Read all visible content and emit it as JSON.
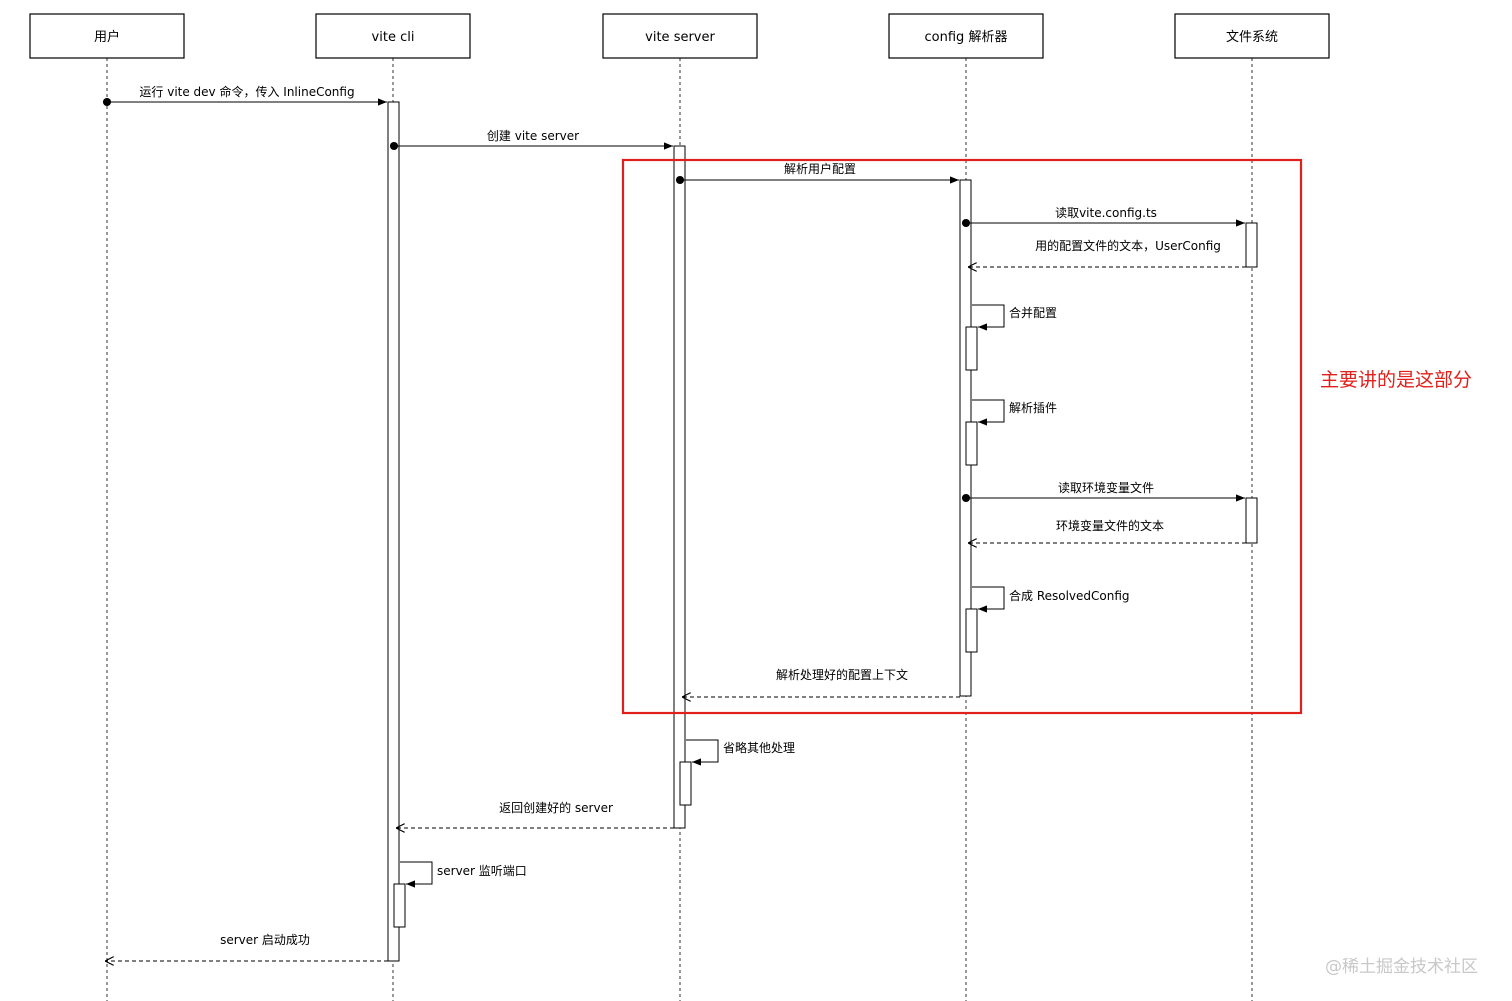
{
  "participants": [
    {
      "id": "user",
      "label": "用户"
    },
    {
      "id": "cli",
      "label": "vite cli"
    },
    {
      "id": "server",
      "label": "vite server"
    },
    {
      "id": "config",
      "label": "config 解析器"
    },
    {
      "id": "fs",
      "label": "文件系统"
    }
  ],
  "messages": [
    {
      "name": "msg-run-vite-dev",
      "from": "user",
      "to": "cli",
      "kind": "call",
      "label": "运行 vite dev 命令，传入 InlineConfig"
    },
    {
      "name": "msg-create-server",
      "from": "cli",
      "to": "server",
      "kind": "call",
      "label": "创建 vite server"
    },
    {
      "name": "msg-parse-user-config",
      "from": "server",
      "to": "config",
      "kind": "call",
      "label": "解析用户配置"
    },
    {
      "name": "msg-read-config-file",
      "from": "config",
      "to": "fs",
      "kind": "call",
      "label": "读取vite.config.ts"
    },
    {
      "name": "msg-return-user-config",
      "from": "fs",
      "to": "config",
      "kind": "return",
      "label": "用的配置文件的文本，UserConfig"
    },
    {
      "name": "msg-merge-config",
      "from": "config",
      "to": "config",
      "kind": "self",
      "label": "合并配置"
    },
    {
      "name": "msg-resolve-plugins",
      "from": "config",
      "to": "config",
      "kind": "self",
      "label": "解析插件"
    },
    {
      "name": "msg-read-env-file",
      "from": "config",
      "to": "fs",
      "kind": "call",
      "label": "读取环境变量文件"
    },
    {
      "name": "msg-return-env-text",
      "from": "fs",
      "to": "config",
      "kind": "return",
      "label": "环境变量文件的文本"
    },
    {
      "name": "msg-resolved-config",
      "from": "config",
      "to": "config",
      "kind": "self",
      "label": "合成 ResolvedConfig"
    },
    {
      "name": "msg-return-config-context",
      "from": "config",
      "to": "server",
      "kind": "return",
      "label": "解析处理好的配置上下文"
    },
    {
      "name": "msg-other-processing",
      "from": "server",
      "to": "server",
      "kind": "self",
      "label": "省略其他处理"
    },
    {
      "name": "msg-return-server",
      "from": "server",
      "to": "cli",
      "kind": "return",
      "label": "返回创建好的 server"
    },
    {
      "name": "msg-server-listen",
      "from": "cli",
      "to": "cli",
      "kind": "self",
      "label": "server 监听端口"
    },
    {
      "name": "msg-server-started",
      "from": "cli",
      "to": "user",
      "kind": "return",
      "label": "server 启动成功"
    }
  ],
  "annotation": {
    "text": "主要讲的是这部分",
    "color": "#e0201b"
  },
  "watermark": "@稀土掘金技术社区"
}
